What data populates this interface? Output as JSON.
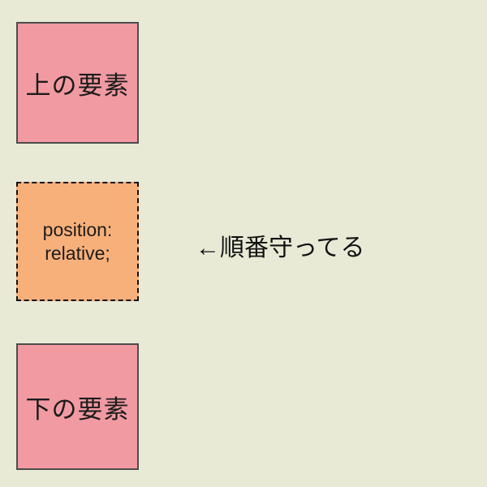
{
  "page": {
    "background_color": "#e8ead6"
  },
  "diagram": {
    "boxes": {
      "top": {
        "label": "上の要素",
        "fill_color": "#f29aa2",
        "border_color": "#4d4d4d",
        "border_style": "solid"
      },
      "middle": {
        "label_line1": "position:",
        "label_line2": "relative;",
        "fill_color": "#f8b07a",
        "border_color": "#111111",
        "border_style": "dashed"
      },
      "bottom": {
        "label": "下の要素",
        "fill_color": "#f29aa2",
        "border_color": "#4d4d4d",
        "border_style": "solid"
      }
    },
    "annotation": {
      "text": "←順番守ってる",
      "color": "#111111",
      "arrow_icon": "left-arrow-icon"
    }
  }
}
